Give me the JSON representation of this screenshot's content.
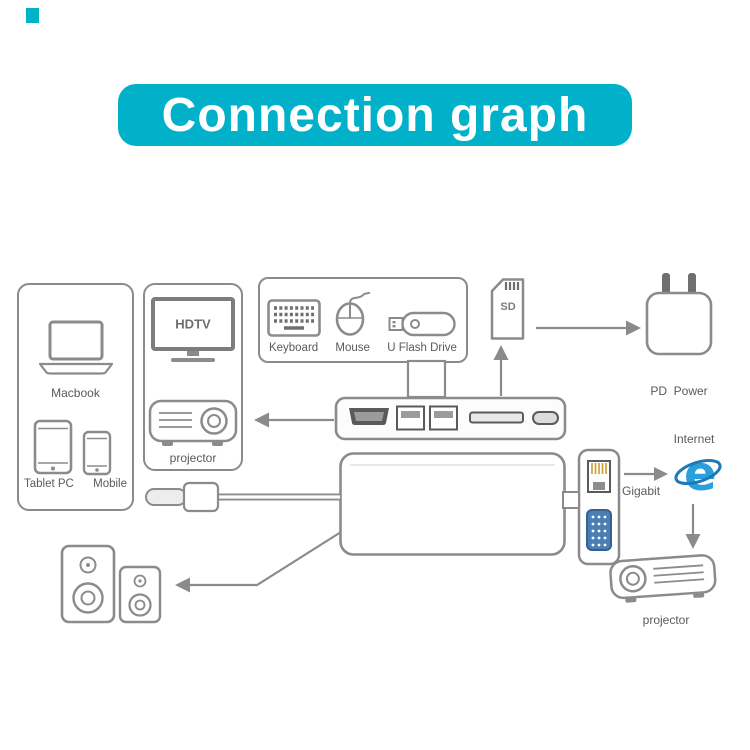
{
  "title": "Connection graph",
  "labels": {
    "macbook": "Macbook",
    "tablet": "Tablet PC",
    "mobile": "Mobile",
    "hdtv": "HDTV",
    "projector_left": "projector",
    "keyboard": "Keyboard",
    "mouse": "Mouse",
    "uflash": "U Flash Drive",
    "sd": "SD",
    "pd_power": "PD  Power",
    "gigabit": "Gigabit",
    "internet": "Internet",
    "ie_letter": "e",
    "projector_right": "projector"
  },
  "colors": {
    "banner_teal": "#00b1c9",
    "outline_gray": "#8b8b8b",
    "label_gray": "#5a5a5a",
    "port_dark": "#5a5a5a",
    "vga_blue": "#4a7fb5",
    "ethernet_gold": "#c9a23a",
    "ie_blue": "#2a9fdc",
    "ie_ring_blue": "#1d79b8"
  }
}
